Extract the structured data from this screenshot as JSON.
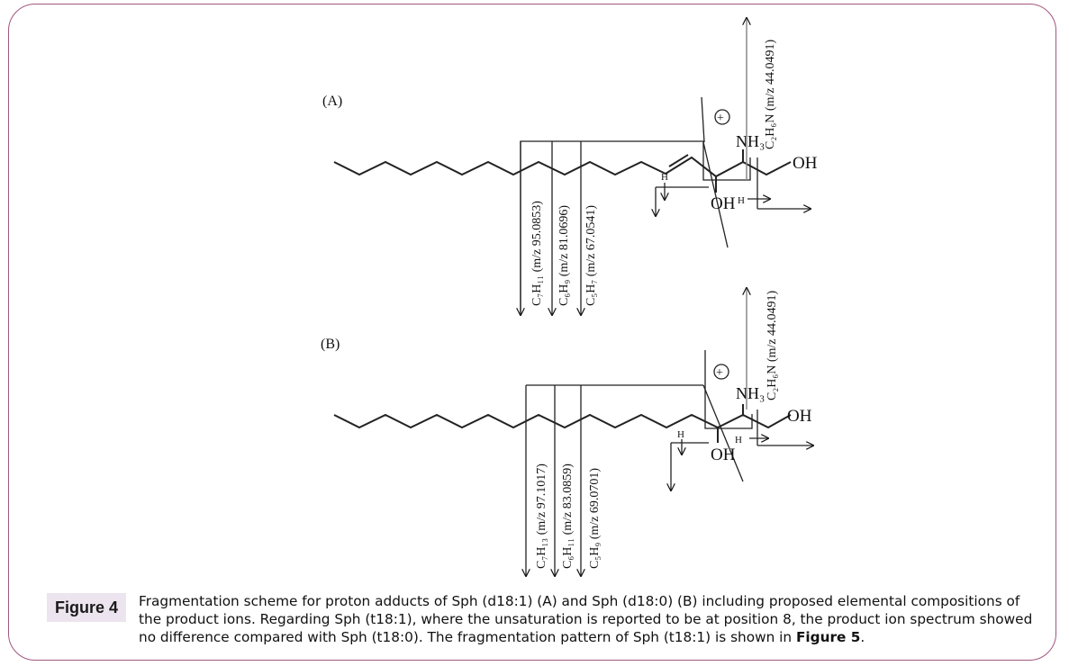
{
  "figure": {
    "label": "Figure 4",
    "caption_parts": [
      "Fragmentation scheme for proton adducts of Sph (d18:1) (A) and Sph (d18:0) (B) including proposed elemental compositions of the product ions. Regarding Sph (t18:1), where the unsaturation is reported to be at position 8, the product ion spectrum showed no difference compared with Sph (t18:0). The fragmentation pattern of Sph (t18:1) is shown in ",
      "Figure 5",
      "."
    ],
    "border_color": "#a0577f",
    "label_bg": "#ece4ee"
  },
  "panels": [
    {
      "id": "A",
      "label": "(A)",
      "compound": "Sph (d18:1)",
      "fragments": [
        {
          "formula": "C7H11",
          "mz": "95.0853",
          "label": "C₇H₁₁ (m/z 95.0853)"
        },
        {
          "formula": "C6H9",
          "mz": "81.0696",
          "label": "C₆H₉ (m/z 81.0696)"
        },
        {
          "formula": "C5H7",
          "mz": "67.0541",
          "label": "C₅H₇ (m/z 67.0541)"
        },
        {
          "formula": "C2H6N",
          "mz": "44.0491",
          "label": "C₂H₆N (m/z 44.0491)"
        }
      ],
      "atoms": {
        "oh_terminal": "OH",
        "oh_c3": "OH",
        "h_small_1": "H",
        "h_small_2": "H",
        "nh3": "NH₃",
        "charge": "+"
      }
    },
    {
      "id": "B",
      "label": "(B)",
      "compound": "Sph (d18:0)",
      "fragments": [
        {
          "formula": "C7H13",
          "mz": "97.1017",
          "label": "C₇H₁₃ (m/z 97.1017)"
        },
        {
          "formula": "C6H11",
          "mz": "83.0859",
          "label": "C₆H₁₁ (m/z 83.0859)"
        },
        {
          "formula": "C5H9",
          "mz": "69.0701",
          "label": "C₅H₉ (m/z 69.0701)"
        },
        {
          "formula": "C2H6N",
          "mz": "44.0491",
          "label": "C₂H₆N (m/z 44.0491)"
        }
      ],
      "atoms": {
        "oh_terminal": "OH",
        "oh_c3": "OH",
        "h_small_1": "H",
        "h_small_2": "H",
        "nh3": "NH₃",
        "charge": "+"
      }
    }
  ]
}
